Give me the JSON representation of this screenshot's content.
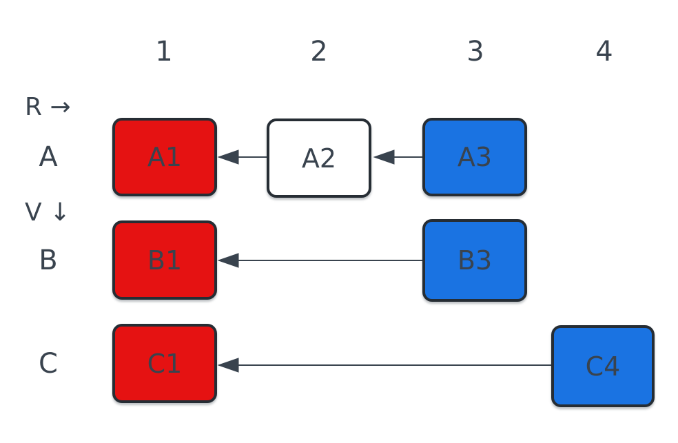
{
  "axes": {
    "horizontal": "R →",
    "vertical": "V ↓"
  },
  "columns": [
    "1",
    "2",
    "3",
    "4"
  ],
  "rows": [
    "A",
    "B",
    "C"
  ],
  "nodes": [
    {
      "id": "A1",
      "label": "A1",
      "row": "A",
      "col": "1",
      "color": "red"
    },
    {
      "id": "A2",
      "label": "A2",
      "row": "A",
      "col": "2",
      "color": "white"
    },
    {
      "id": "A3",
      "label": "A3",
      "row": "A",
      "col": "3",
      "color": "blue"
    },
    {
      "id": "B1",
      "label": "B1",
      "row": "B",
      "col": "1",
      "color": "red"
    },
    {
      "id": "B3",
      "label": "B3",
      "row": "B",
      "col": "3",
      "color": "blue"
    },
    {
      "id": "C1",
      "label": "C1",
      "row": "C",
      "col": "1",
      "color": "red"
    },
    {
      "id": "C4",
      "label": "C4",
      "row": "C",
      "col": "4",
      "color": "blue"
    }
  ],
  "edges": [
    {
      "from": "A2",
      "to": "A1",
      "type": "arrow-left"
    },
    {
      "from": "A3",
      "to": "A2",
      "type": "arrow-left"
    },
    {
      "from": "B3",
      "to": "B1",
      "type": "arrow-left"
    },
    {
      "from": "C4",
      "to": "C1",
      "type": "arrow-left"
    }
  ],
  "colors": {
    "red": "#e51212",
    "blue": "#1a73e2",
    "white": "#ffffff",
    "node_border": "#262d34",
    "text": "#39434e",
    "arrow": "#39434e",
    "background": "#ffffff"
  }
}
